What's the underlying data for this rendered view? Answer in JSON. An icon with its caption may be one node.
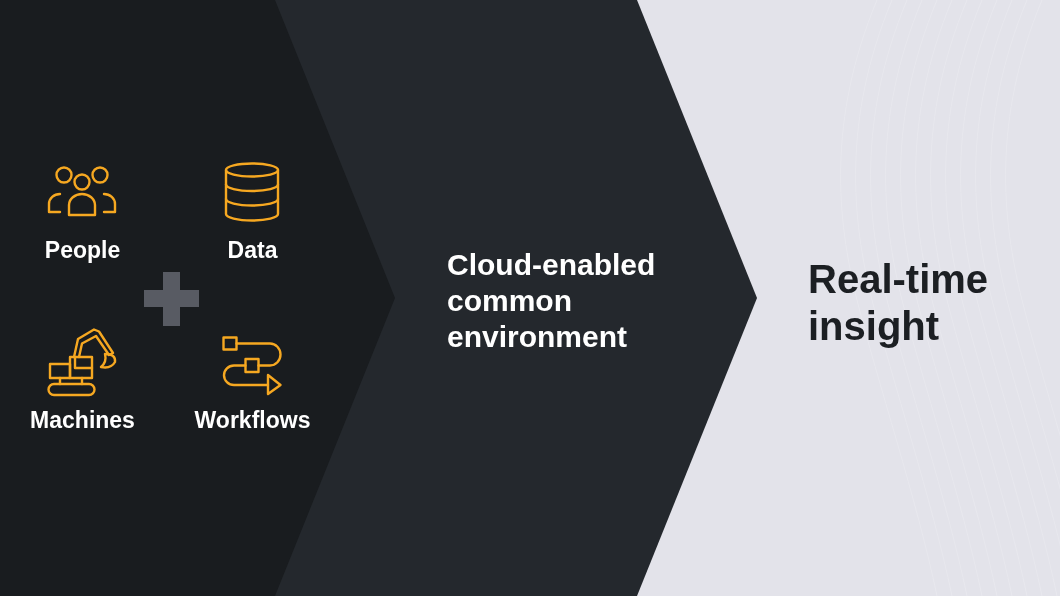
{
  "diagram": {
    "nodes": [
      {
        "text": [],
        "shape": "chevron"
      },
      {
        "text": [
          "People"
        ],
        "in": 0
      },
      {
        "text": [
          "Data"
        ],
        "in": 0
      },
      {
        "text": [
          "Machines"
        ],
        "in": 0
      },
      {
        "text": [
          "Workflows"
        ],
        "in": 0
      },
      {
        "text": [
          "Cloud-enabled common environment"
        ]
      },
      {
        "text": [
          "Real-time insight"
        ]
      }
    ]
  }
}
